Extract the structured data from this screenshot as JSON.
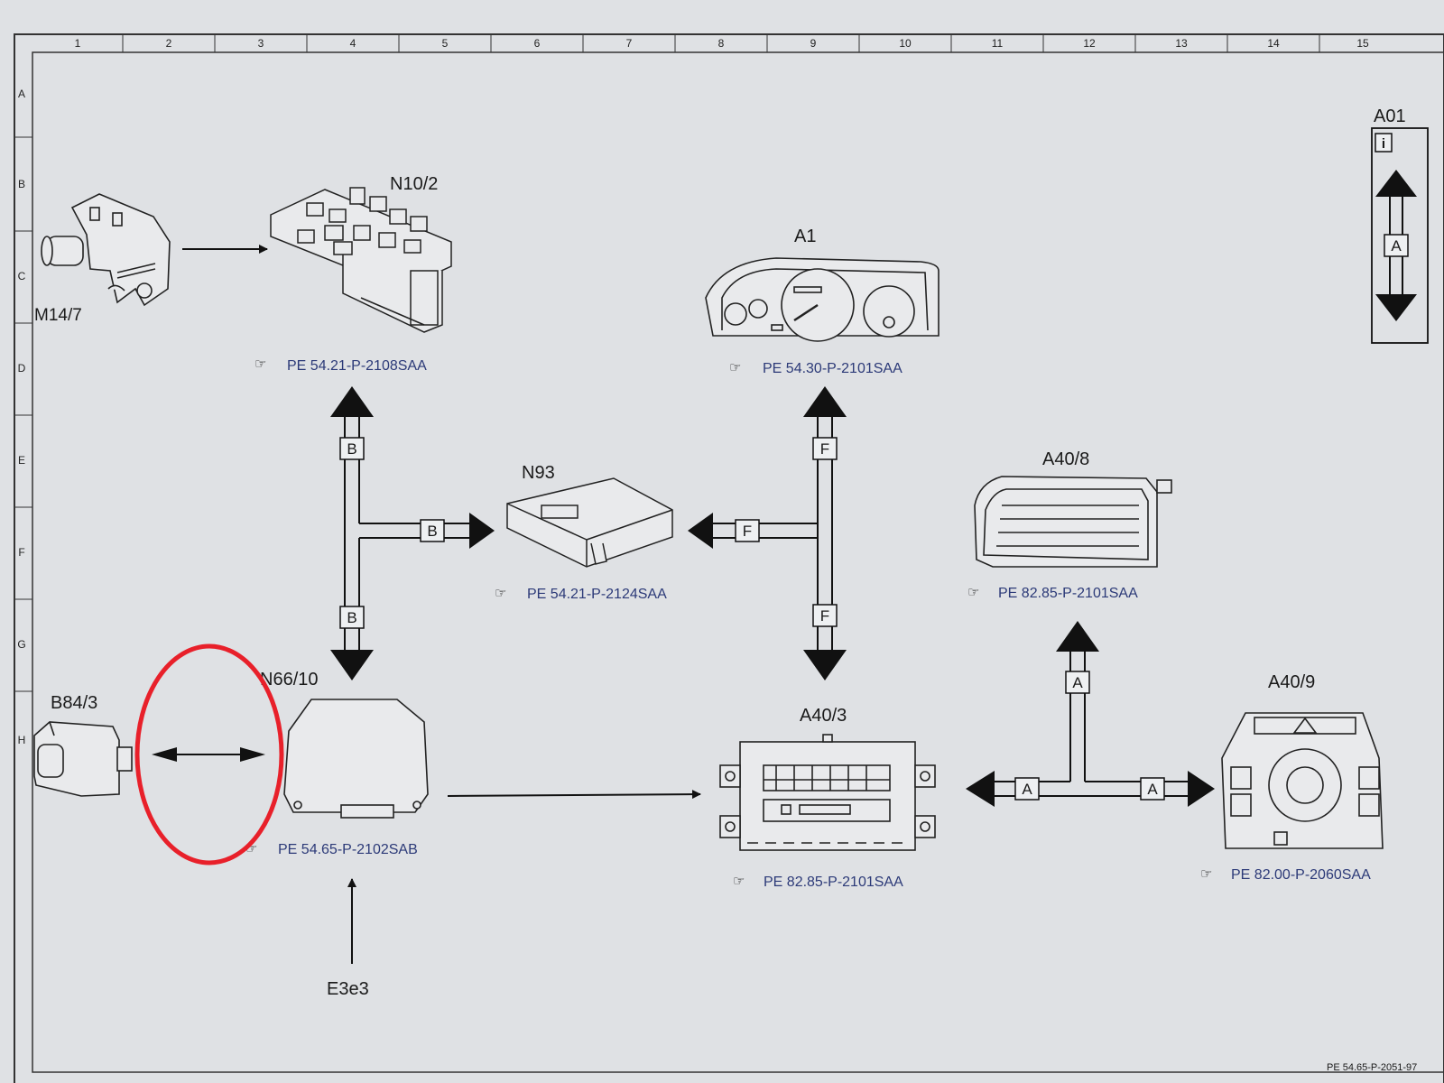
{
  "grid": {
    "columns": [
      "1",
      "2",
      "3",
      "4",
      "5",
      "6",
      "7",
      "8",
      "9",
      "10",
      "11",
      "12",
      "13",
      "14",
      "15"
    ],
    "rows": [
      "A",
      "B",
      "C",
      "D",
      "E",
      "F",
      "G",
      "H"
    ]
  },
  "components": {
    "m14_7": {
      "label": "M14/7"
    },
    "n10_2": {
      "label": "N10/2",
      "ref": "PE 54.21-P-2108SAA"
    },
    "a1": {
      "label": "A1",
      "ref": "PE 54.30-P-2101SAA"
    },
    "n93": {
      "label": "N93",
      "ref": "PE 54.21-P-2124SAA"
    },
    "a40_8": {
      "label": "A40/8",
      "ref": "PE 82.85-P-2101SAA"
    },
    "b84_3": {
      "label": "B84/3"
    },
    "n66_10": {
      "label": "N66/10",
      "ref": "PE 54.65-P-2102SAB"
    },
    "a40_3": {
      "label": "A40/3",
      "ref": "PE 82.85-P-2101SAA"
    },
    "a40_9": {
      "label": "A40/9",
      "ref": "PE 82.00-P-2060SAA"
    },
    "e3e3": {
      "label": "E3e3"
    }
  },
  "bus_labels": {
    "b": "B",
    "f": "F",
    "a": "A"
  },
  "legend": {
    "title": "A01",
    "info": "i",
    "bus": "A"
  },
  "footer": {
    "doc_number": "PE 54.65-P-2051-97"
  },
  "annotation": {
    "color": "#e8202a"
  }
}
